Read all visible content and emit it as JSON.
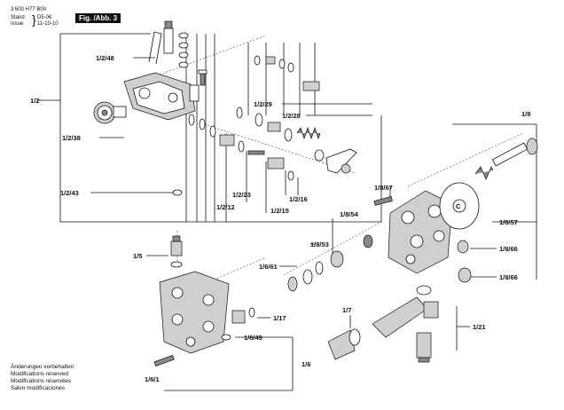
{
  "header": {
    "doc_number": "3 600 H77 B00",
    "stand_label": "Stand",
    "issue_label": "Issue",
    "stand_code": "D5-0€",
    "issue_date": "11-10-10",
    "figure_label": "Fig. /Abb. 3"
  },
  "notes": [
    "Änderungen vorbehalten",
    "Modifications reserved",
    "Modifications réservées",
    "Salvo modificaciones"
  ],
  "labels": {
    "l_1_2": "1/2",
    "l_1_2_48": "1/2/48",
    "l_1_2_38": "1/2/38",
    "l_1_2_43": "1/2/43",
    "l_1_2_29": "1/2/29",
    "l_1_2_28": "1/2/28",
    "l_1_2_12": "1/2/12",
    "l_1_2_23": "1/2/23",
    "l_1_2_15": "1/2/15",
    "l_1_2_16": "1/2/16",
    "l_1_5": "1/5",
    "l_1_6_61": "1/6/61",
    "l_1_8_53": "1/8/53",
    "l_1_8_54": "1/8/54",
    "l_1_8_67": "1/8/67",
    "l_1_8": "1/8",
    "l_1_8_57": "1/8/57",
    "l_1_8_66a": "1/8/66",
    "l_1_8_66b": "1/8/66",
    "l_1_17": "1/17",
    "l_1_6_49": "1/6/49",
    "l_1_7": "1/7",
    "l_1_21": "1/21",
    "l_1_6": "1/6",
    "l_1_6_1": "1/6/1",
    "l_c": "C"
  }
}
